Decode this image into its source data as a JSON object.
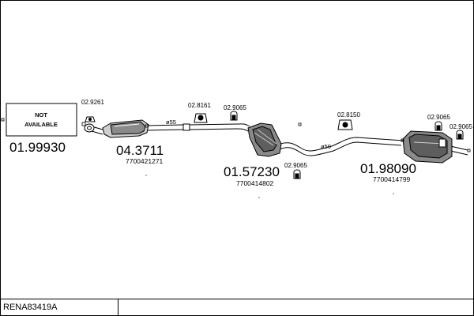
{
  "diagram": {
    "reference": "RENA83419A",
    "not_available": [
      "NOT",
      "AVAILABLE"
    ],
    "parts": [
      {
        "code": "01.99930",
        "sub": ""
      },
      {
        "code": "04.3711",
        "sub": "7700421271"
      },
      {
        "code": "01.57230",
        "sub": "7700414802"
      },
      {
        "code": "01.98090",
        "sub": "7700414799"
      }
    ],
    "accessories": [
      "02.9261",
      "02.8161",
      "02.9065",
      "02.9065",
      "02.8150",
      "02.9065",
      "02.9065"
    ],
    "pipe_sizes": [
      "ø55",
      "ø50"
    ]
  }
}
